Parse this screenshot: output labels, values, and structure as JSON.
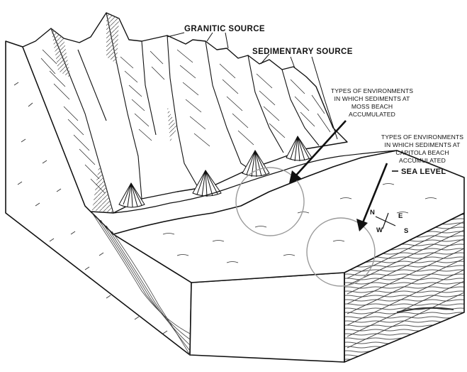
{
  "labels": {
    "granitic_source": "GRANITIC SOURCE",
    "sedimentary_source": "SEDIMENTARY SOURCE",
    "moss_beach": [
      "TYPES OF ENVIRONMENTS",
      "IN WHICH SEDIMENTS AT",
      "MOSS BEACH",
      "ACCUMULATED"
    ],
    "capitola_beach": [
      "TYPES OF ENVIRONMENTS",
      "IN WHICH SEDIMENTS AT",
      "CAPITOLA BEACH",
      "ACCUMULATED"
    ],
    "sea_level": "SEA LEVEL"
  },
  "compass": {
    "n": "N",
    "e": "E",
    "s": "S",
    "w": "W"
  },
  "colors": {
    "ink": "#111111",
    "circle": "#9a9a9a",
    "shade": "#555555",
    "paper": "#ffffff"
  },
  "icons": [
    "arrow-icon",
    "compass-icon",
    "alluvial-fan-icon"
  ]
}
